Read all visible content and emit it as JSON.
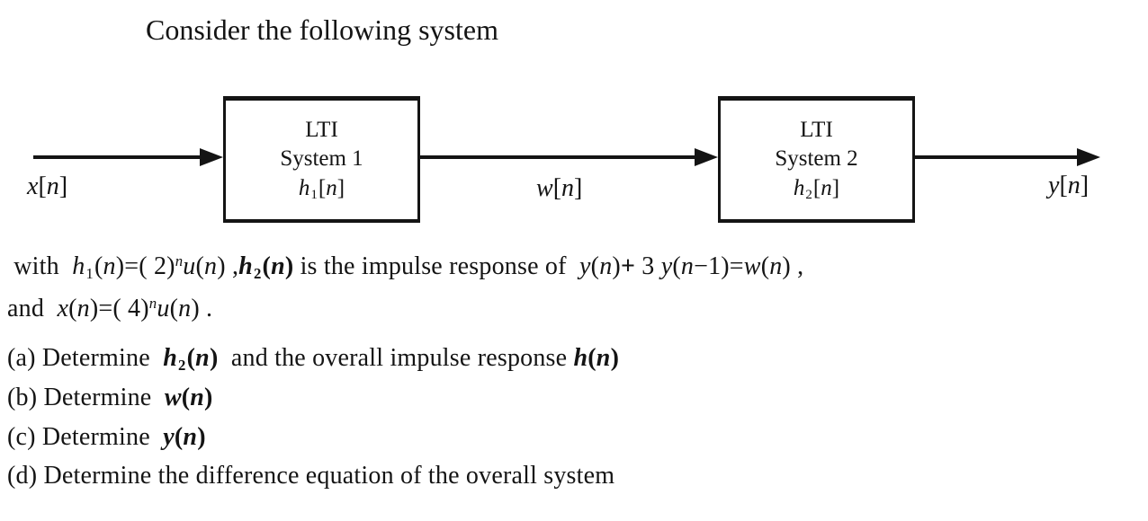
{
  "title": "Consider the following system",
  "diagram": {
    "box1": {
      "l1": "LTI",
      "l2": "System 1",
      "label_rich": [
        [
          "h",
          "i"
        ],
        [
          "1",
          "sub"
        ],
        [
          "[",
          "r"
        ],
        [
          "n",
          "i"
        ],
        [
          "]",
          "r"
        ]
      ]
    },
    "box2": {
      "l1": "LTI",
      "l2": "System 2",
      "label_rich": [
        [
          "h",
          "i"
        ],
        [
          "2",
          "sub"
        ],
        [
          "[",
          "r"
        ],
        [
          "n",
          "i"
        ],
        [
          "]",
          "r"
        ]
      ]
    },
    "input_label": [
      [
        "x",
        "i"
      ],
      [
        "[",
        "r"
      ],
      [
        "n",
        "i"
      ],
      [
        "]",
        "r"
      ]
    ],
    "mid_label": [
      [
        "w",
        "i"
      ],
      [
        "[",
        "r"
      ],
      [
        "n",
        "i"
      ],
      [
        "]",
        "r"
      ]
    ],
    "output_label": [
      [
        "y",
        "i"
      ],
      [
        "[",
        "r"
      ],
      [
        "n",
        "i"
      ],
      [
        "]",
        "r"
      ]
    ]
  },
  "body": {
    "line1": [
      [
        " with  ",
        "r"
      ],
      [
        "h",
        "i"
      ],
      [
        "1",
        "sub"
      ],
      [
        "(",
        "r"
      ],
      [
        "n",
        "i"
      ],
      [
        ")=( 2)",
        "r"
      ],
      [
        "n",
        "sup"
      ],
      [
        "u",
        "i"
      ],
      [
        "(",
        "r"
      ],
      [
        "n",
        "i"
      ],
      [
        ") ",
        "r"
      ],
      [
        ",",
        "r"
      ],
      [
        "h",
        "bi"
      ],
      [
        "2",
        "bsub"
      ],
      [
        "(",
        "b"
      ],
      [
        "n",
        "bi"
      ],
      [
        ")",
        "b"
      ],
      [
        " is the impulse response of  ",
        "r"
      ],
      [
        "y",
        "i"
      ],
      [
        "(",
        "r"
      ],
      [
        "n",
        "i"
      ],
      [
        ")",
        "r"
      ],
      [
        "+",
        "b"
      ],
      [
        " 3 ",
        "r"
      ],
      [
        "y",
        "i"
      ],
      [
        "(",
        "r"
      ],
      [
        "n",
        "i"
      ],
      [
        "−1)=",
        "r"
      ],
      [
        "w",
        "i"
      ],
      [
        "(",
        "r"
      ],
      [
        "n",
        "i"
      ],
      [
        ") ,",
        "r"
      ]
    ],
    "line2": [
      [
        "and  ",
        "r"
      ],
      [
        "x",
        "i"
      ],
      [
        "(",
        "r"
      ],
      [
        "n",
        "i"
      ],
      [
        ")=( 4)",
        "r"
      ],
      [
        "n",
        "sup"
      ],
      [
        "u",
        "i"
      ],
      [
        "(",
        "r"
      ],
      [
        "n",
        "i"
      ],
      [
        ") .",
        "r"
      ]
    ],
    "item_a": [
      [
        "(a) Determine  ",
        "r"
      ],
      [
        "h",
        "bi"
      ],
      [
        "2",
        "bsub"
      ],
      [
        "(",
        "b"
      ],
      [
        "n",
        "bi"
      ],
      [
        ")",
        "b"
      ],
      [
        "  and the overall impulse response ",
        "r"
      ],
      [
        "h",
        "bi"
      ],
      [
        "(",
        "b"
      ],
      [
        "n",
        "bi"
      ],
      [
        ")",
        "b"
      ]
    ],
    "item_b": [
      [
        "(b) Determine  ",
        "r"
      ],
      [
        "w",
        "bi"
      ],
      [
        "(",
        "b"
      ],
      [
        "n",
        "bi"
      ],
      [
        ")",
        "b"
      ]
    ],
    "item_c": [
      [
        "(c) Determine  ",
        "r"
      ],
      [
        "y",
        "bi"
      ],
      [
        "(",
        "b"
      ],
      [
        "n",
        "bi"
      ],
      [
        ")",
        "b"
      ]
    ],
    "item_d": [
      [
        "(d) Determine the difference equation of the overall system",
        "r"
      ]
    ]
  },
  "colors": {
    "ink": "#141414",
    "background": "#ffffff"
  }
}
